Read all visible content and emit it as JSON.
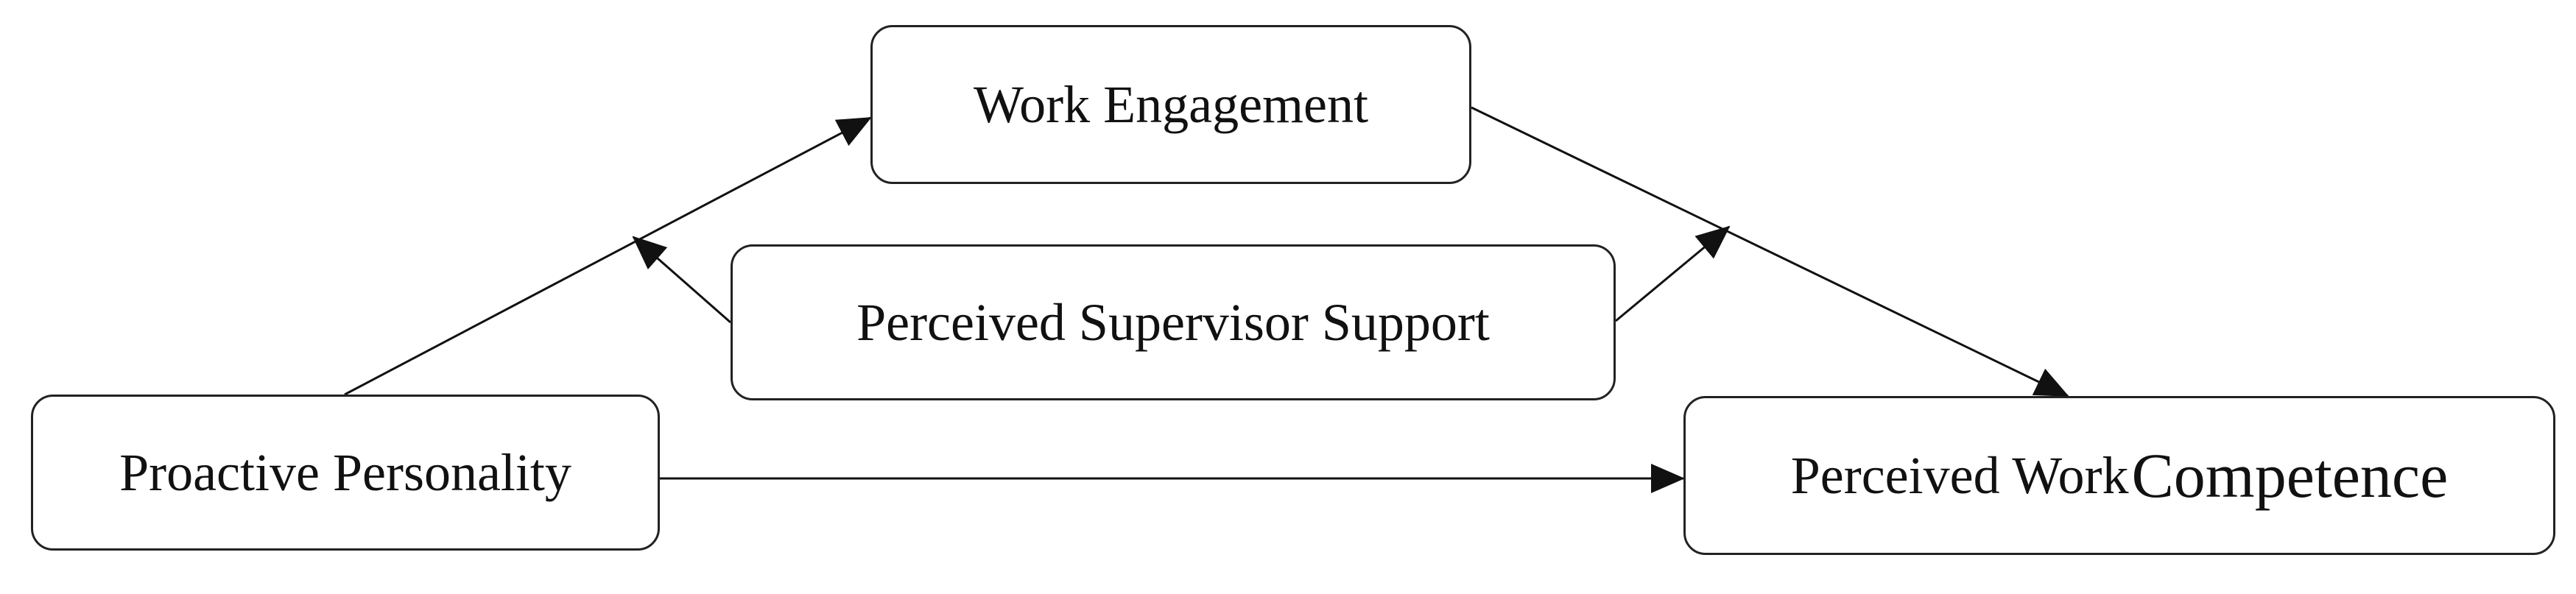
{
  "diagram": {
    "nodes": {
      "work_engagement": "Work Engagement",
      "perceived_supervisor_support": "Perceived Supervisor Support",
      "proactive_personality": "Proactive Personality",
      "perceived_work_competence": {
        "part1": "Perceived Work",
        "part2": "Competence"
      }
    },
    "edges": [
      {
        "from": "Proactive Personality",
        "to": "Work Engagement"
      },
      {
        "from": "Work Engagement",
        "to": "Perceived Work Competence"
      },
      {
        "from": "Proactive Personality",
        "to": "Perceived Work Competence"
      },
      {
        "from": "Perceived Supervisor Support",
        "to": "Proactive Personality → Work Engagement path"
      },
      {
        "from": "Perceived Supervisor Support",
        "to": "Work Engagement → Perceived Work Competence path"
      }
    ],
    "colors": {
      "line": "#111111",
      "border": "#222222",
      "background": "#ffffff"
    }
  }
}
